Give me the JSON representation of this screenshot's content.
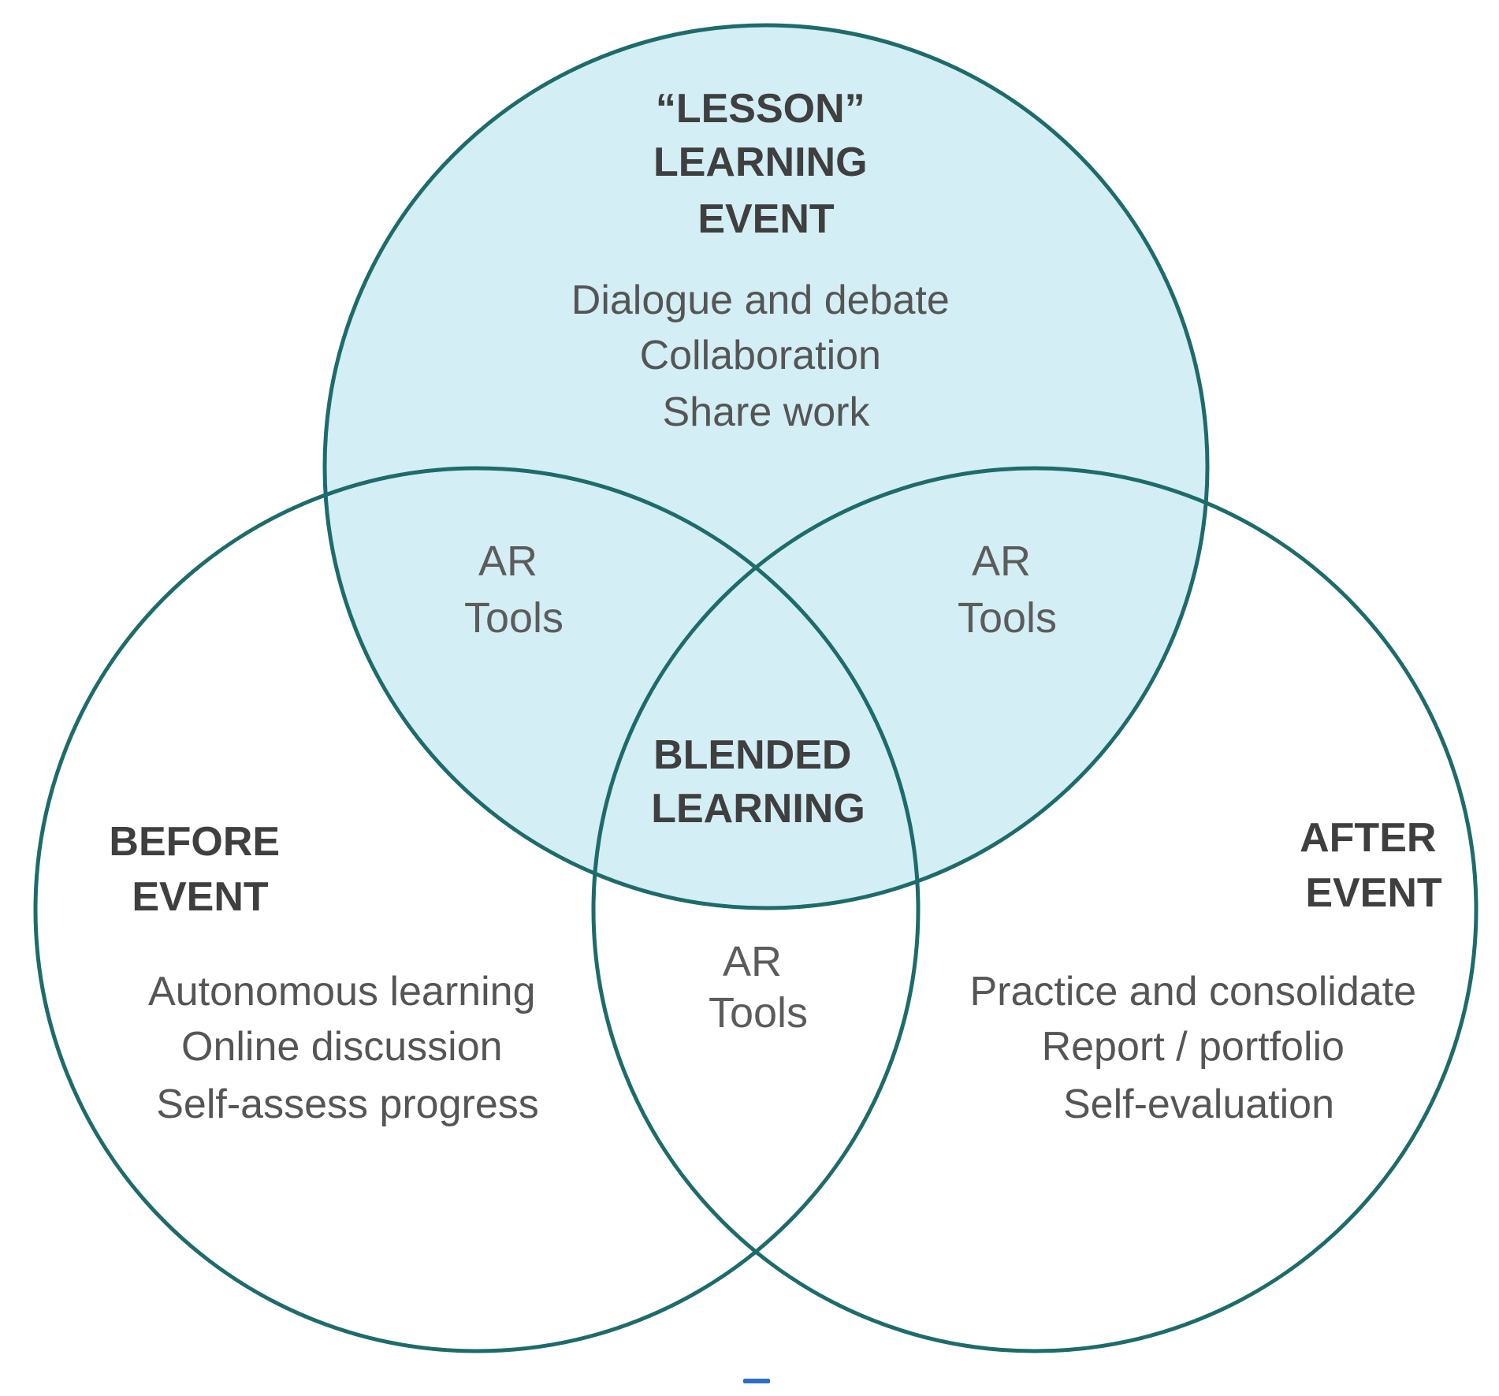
{
  "colors": {
    "stroke": "#1e6b6b",
    "fill_shaded": "#d3eef5",
    "background": "#ffffff",
    "heading_text": "#3f3f3f",
    "body_text": "#555555",
    "dash_mark": "#2a6fc9"
  },
  "lesson": {
    "heading_lines": [
      "“LESSON”",
      "LEARNING",
      "EVENT"
    ],
    "activities": [
      "Dialogue and debate",
      "Collaboration",
      "Share work"
    ]
  },
  "before": {
    "heading_lines": [
      "BEFORE",
      "EVENT"
    ],
    "activities": [
      "Autonomous learning",
      "Online discussion",
      "Self-assess progress"
    ]
  },
  "after": {
    "heading_lines": [
      "AFTER",
      "EVENT"
    ],
    "activities": [
      "Practice and consolidate",
      "Report / portfolio",
      "Self-evaluation"
    ]
  },
  "center": {
    "lines": [
      "BLENDED",
      "LEARNING"
    ]
  },
  "overlaps": {
    "lesson_before": [
      "AR",
      "Tools"
    ],
    "lesson_after": [
      "AR",
      "Tools"
    ],
    "before_after": [
      "AR",
      "Tools"
    ]
  }
}
